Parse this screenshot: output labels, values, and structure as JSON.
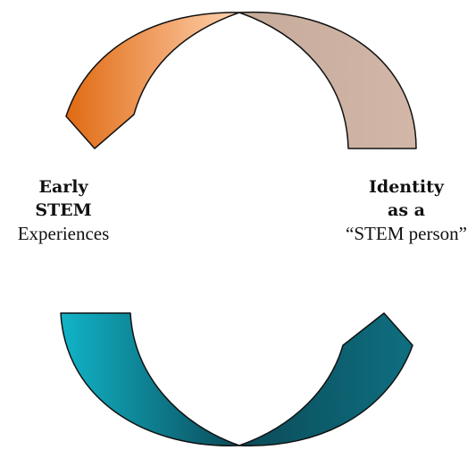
{
  "diagram": {
    "left": {
      "line1": "Early",
      "line2": "STEM",
      "line3": "Experiences"
    },
    "right": {
      "line1": "Identity",
      "line2": "as a",
      "line3": "“STEM person”"
    },
    "colors": {
      "orange_dark": "#e06a12",
      "orange_light": "#ffd2b0",
      "beige_light": "#d2b7a8",
      "beige_dark": "#c6ab9b",
      "teal_light": "#11b4c8",
      "teal_dark": "#0b4a58",
      "teal_mid": "#0e6f80",
      "outline": "#111111"
    }
  }
}
